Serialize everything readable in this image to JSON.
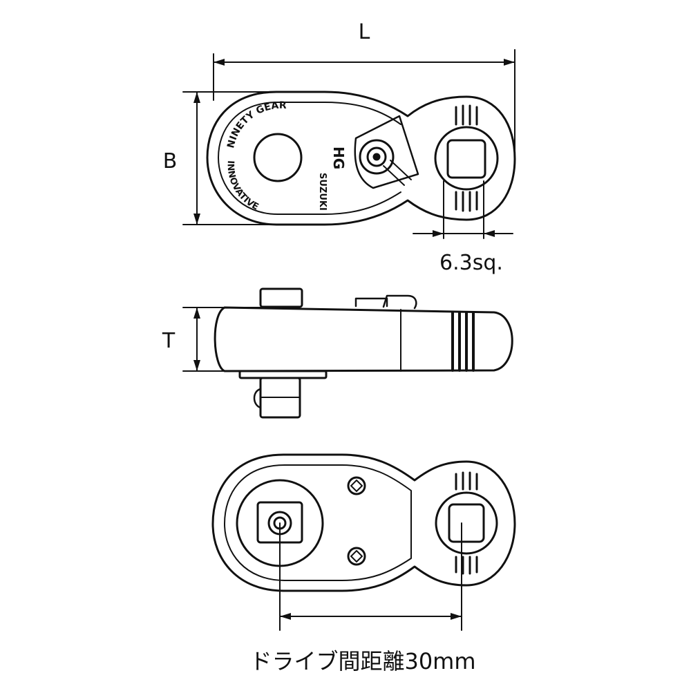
{
  "dimensions": {
    "length_label": "L",
    "width_label": "B",
    "thickness_label": "T",
    "square_drive_label": "6.3sq.",
    "drive_distance_label": "ドライブ間距離30mm"
  },
  "head_engraving": {
    "upper_text": "NINETY GEAR",
    "lower_text": "INNOVATIVE",
    "brand": "SUZUKI",
    "logo_mark": "HG"
  },
  "colors": {
    "line": "#111111",
    "background": "#ffffff"
  }
}
